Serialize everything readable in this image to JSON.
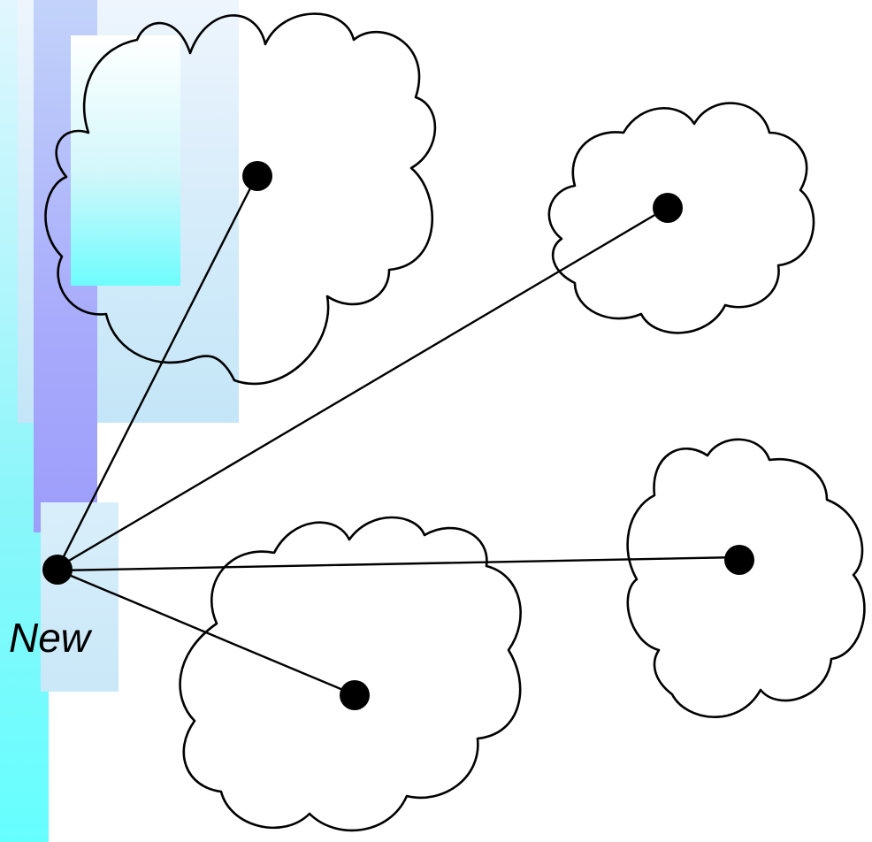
{
  "diagram": {
    "new_node_label": "New",
    "colors": {
      "stroke": "#000000",
      "cloud_fill": "#ffffff",
      "node_fill": "#000000"
    },
    "clusters": [
      {
        "id": "cluster-top-left"
      },
      {
        "id": "cluster-top-right"
      },
      {
        "id": "cluster-bottom-middle"
      },
      {
        "id": "cluster-bottom-right"
      }
    ],
    "connections": [
      {
        "from": "new-node",
        "to": "cluster-top-left",
        "arrows": "both"
      },
      {
        "from": "new-node",
        "to": "cluster-top-right",
        "arrows": "both"
      },
      {
        "from": "new-node",
        "to": "cluster-bottom-right",
        "arrows": "both"
      },
      {
        "from": "new-node",
        "to": "cluster-bottom-middle",
        "arrows": "both"
      }
    ]
  }
}
